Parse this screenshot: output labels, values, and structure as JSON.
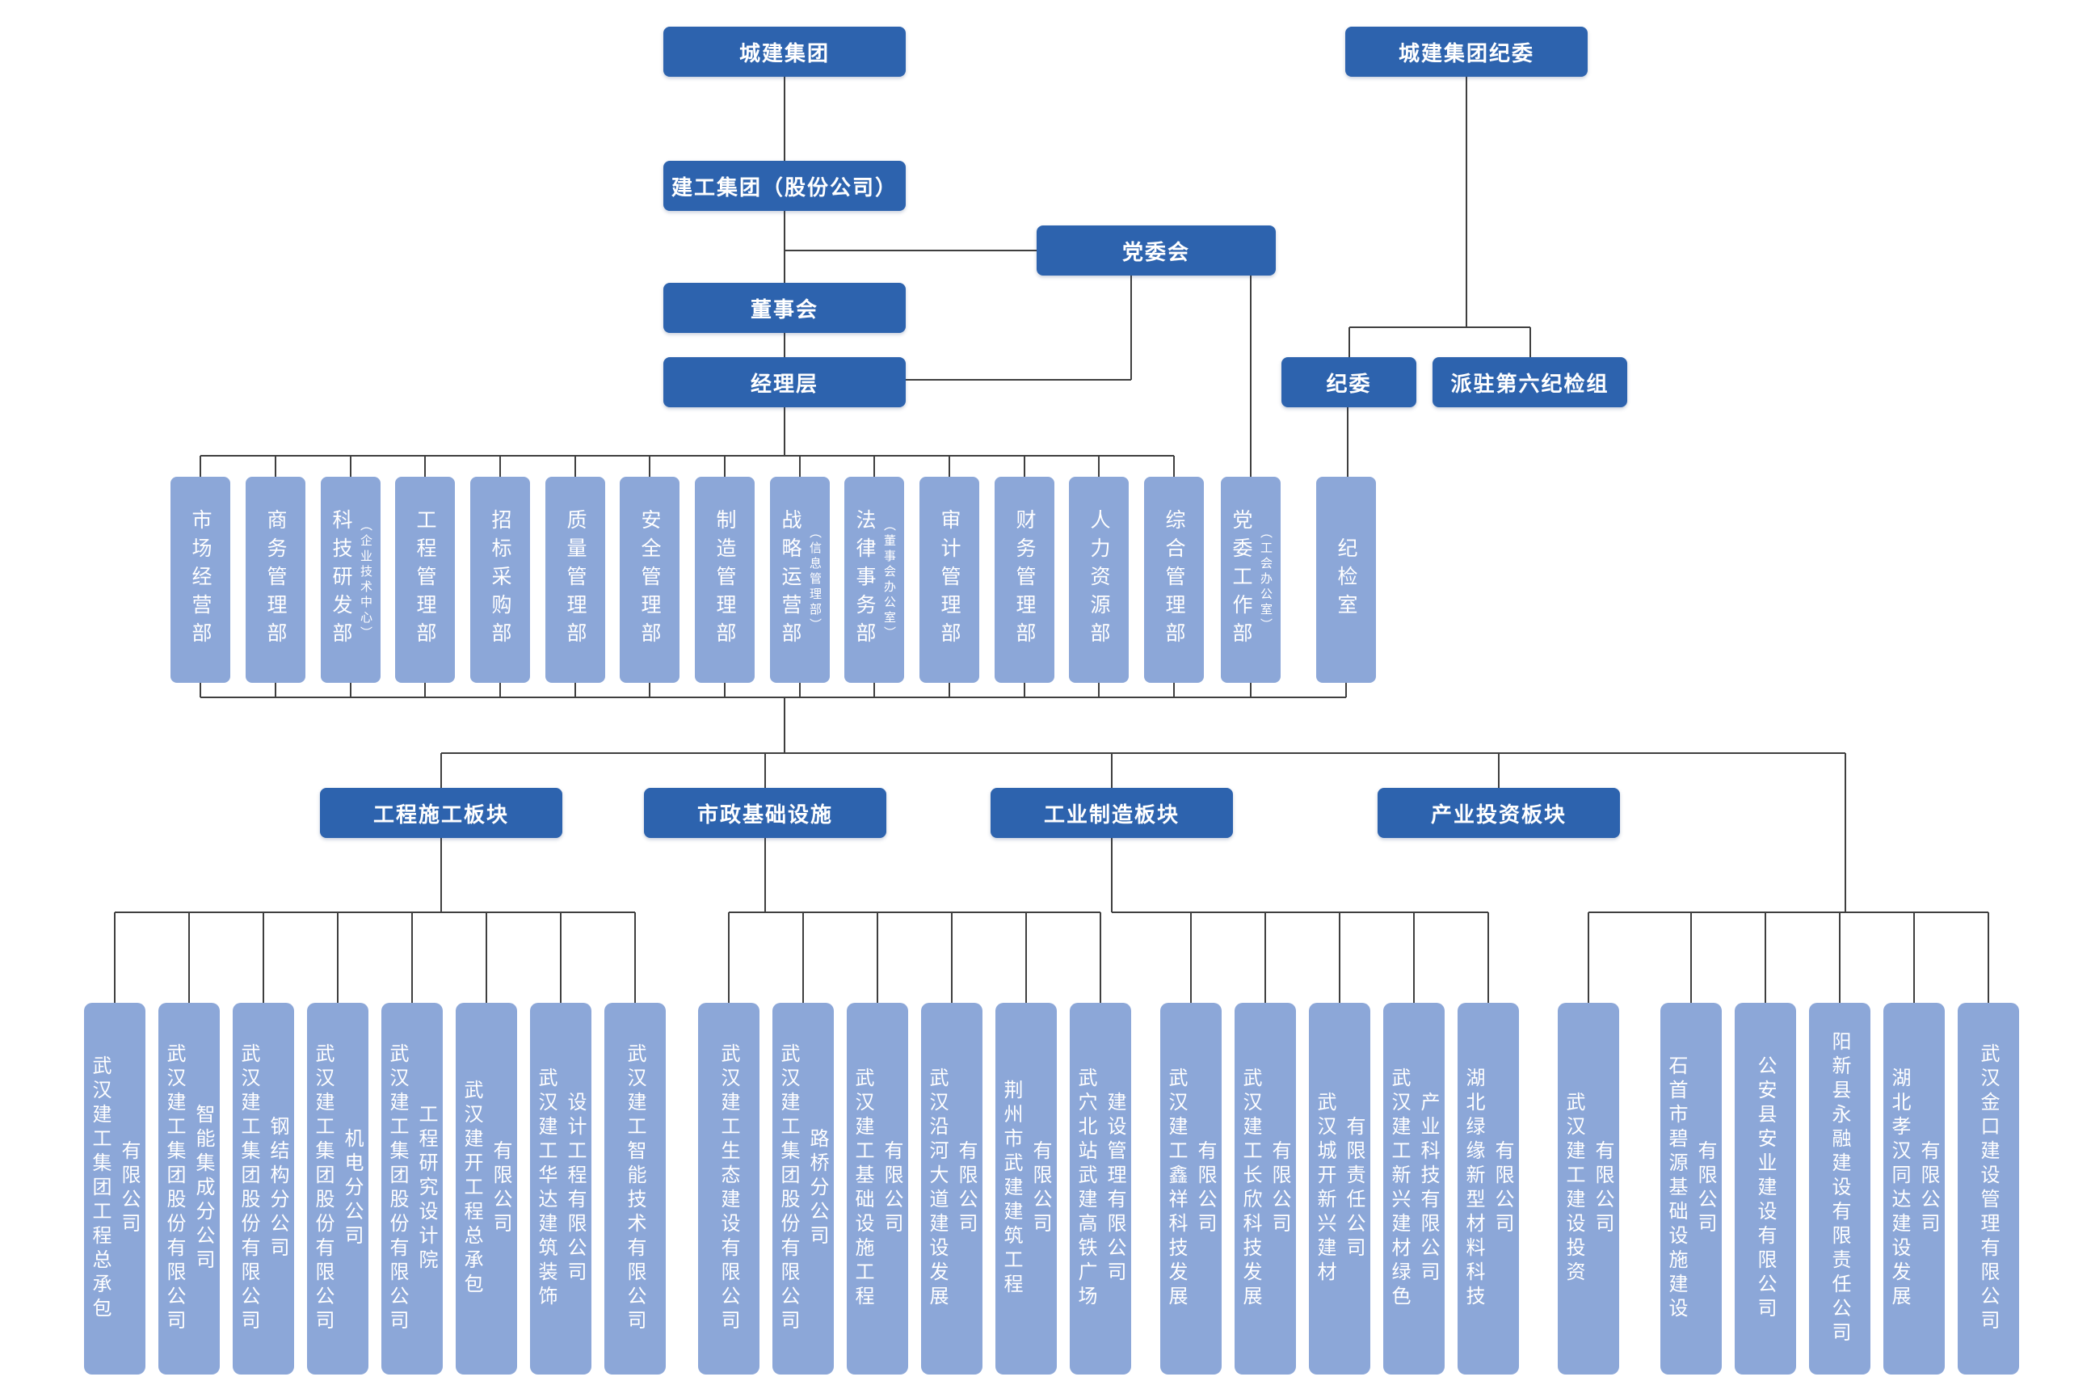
{
  "nodes": {
    "root": "城建集团",
    "root_discipline": "城建集团纪委",
    "holding": "建工集团（股份公司）",
    "party_committee": "党委会",
    "board": "董事会",
    "management": "经理层",
    "discipline_committee": "纪委",
    "inspection_team": "派驻第六纪检组"
  },
  "departments": [
    {
      "label": "市场经营部"
    },
    {
      "label": "商务管理部"
    },
    {
      "label": "科技研发部",
      "sub": "（企业技术中心）"
    },
    {
      "label": "工程管理部"
    },
    {
      "label": "招标采购部"
    },
    {
      "label": "质量管理部"
    },
    {
      "label": "安全管理部"
    },
    {
      "label": "制造管理部"
    },
    {
      "label": "战略运营部",
      "sub": "（信息管理部）"
    },
    {
      "label": "法律事务部",
      "sub": "（董事会办公室）"
    },
    {
      "label": "审计管理部"
    },
    {
      "label": "财务管理部"
    },
    {
      "label": "人力资源部"
    },
    {
      "label": "综合管理部"
    },
    {
      "label": "党委工作部",
      "sub": "（工会办公室）"
    },
    {
      "label": "纪检室"
    }
  ],
  "sectors": [
    {
      "label": "工程施工板块",
      "companies": [
        "武汉建工集团工程总承包\n有限公司",
        "武汉建工集团股份有限公司\n智能集成分公司",
        "武汉建工集团股份有限公司\n钢结构分公司",
        "武汉建工集团股份有限公司\n机电分公司",
        "武汉建工集团股份有限公司\n工程研究设计院",
        "武汉建开工程总承包\n有限公司",
        "武汉建工华达建筑装饰\n设计工程有限公司",
        "武汉建工智能技术有限公司"
      ]
    },
    {
      "label": "市政基础设施",
      "companies": [
        "武汉建工生态建设有限公司",
        "武汉建工集团股份有限公司\n路桥分公司",
        "武汉建工基础设施工程\n有限公司",
        "武汉沿河大道建设发展\n有限公司",
        "荆州市武建建筑工程\n有限公司",
        "武穴北站武建高铁广场\n建设管理有限公司"
      ]
    },
    {
      "label": "工业制造板块",
      "companies": [
        "武汉建工鑫祥科技发展\n有限公司",
        "武汉建工长欣科技发展\n有限公司",
        "武汉城开新兴建材\n有限责任公司",
        "武汉建工新兴建材绿色\n产业科技有限公司",
        "湖北绿缘新型材料科技\n有限公司"
      ]
    },
    {
      "label": "产业投资板块",
      "companies": [
        "武汉建工建设投资\n有限公司",
        "石首市碧源基础设施建设\n有限公司",
        "公安县安业建设有限公司",
        "阳新县永融建设有限责任公司",
        "湖北孝汉同达建设发展\n有限公司",
        "武汉金口建设管理有限公司"
      ]
    }
  ],
  "colors": {
    "primary_blue": "#2d63ae",
    "light_blue": "#8ca7d8",
    "line": "#3f3f3f"
  }
}
